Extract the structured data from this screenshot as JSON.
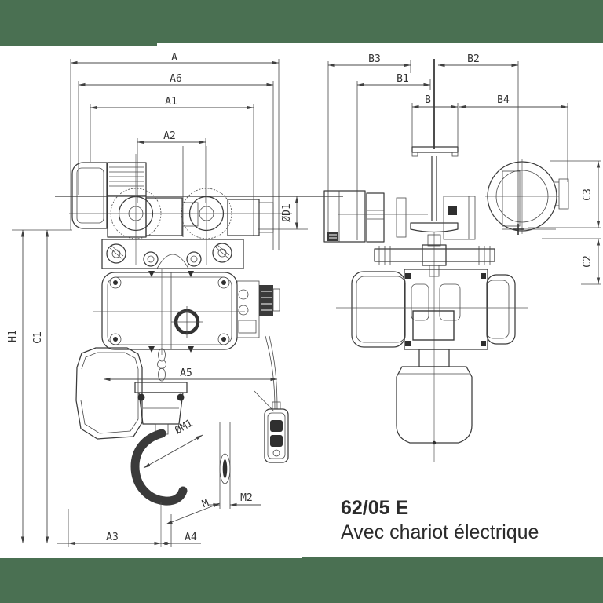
{
  "caption": {
    "model": "62/05 E",
    "subtitle": "Avec chariot électrique"
  },
  "front_dims": {
    "A": "A",
    "A6": "A6",
    "A1": "A1",
    "A2": "A2",
    "OD1": "ØD1",
    "H1": "H1",
    "C1": "C1",
    "A5": "A5",
    "OM1": "ØM1",
    "M": "M",
    "M2": "M2",
    "A3": "A3",
    "A4": "A4"
  },
  "side_dims": {
    "B3": "B3",
    "B2": "B2",
    "B1": "B1",
    "B": "B",
    "B4": "B4",
    "C3": "C3",
    "C2": "C2"
  },
  "colors": {
    "band": "#4A7052",
    "line": "#3B3B3B",
    "label_text": "#333333"
  }
}
